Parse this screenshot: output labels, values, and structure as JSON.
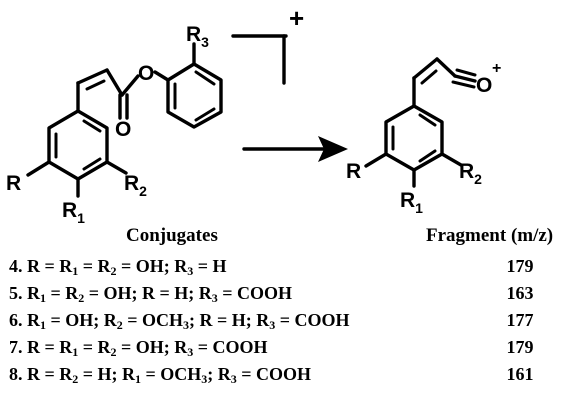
{
  "scheme": {
    "charge": "+",
    "reactant_substituents": {
      "r": "R",
      "r1": "R",
      "r1_sub": "1",
      "r2": "R",
      "r2_sub": "2",
      "r3": "R",
      "r3_sub": "3",
      "o_ester": "O",
      "o_carbonyl": "O"
    },
    "product_substituents": {
      "r": "R",
      "r1": "R",
      "r1_sub": "1",
      "r2": "R",
      "r2_sub": "2",
      "acylium_o": "O",
      "acylium_charge": "+"
    }
  },
  "table": {
    "col_conjugates": "Conjugates",
    "col_fragment": "Fragment (m/z)",
    "rows": [
      {
        "num": "4.",
        "p1": "R = R",
        "s1": "1",
        "p2": " = R",
        "s2": "2",
        "p3": " = OH; R",
        "s3": "3",
        "p4": " = H",
        "s4": "",
        "p5": "",
        "fragment": "179"
      },
      {
        "num": "5.",
        "p1": "R",
        "s1": "1",
        "p2": " = R",
        "s2": "2",
        "p3": " = OH; R = H; R",
        "s3": "3",
        "p4": " = COOH",
        "s4": "",
        "p5": "",
        "fragment": "163"
      },
      {
        "num": "6.",
        "p1": "R",
        "s1": "1",
        "p2": " = OH; R",
        "s2": "2",
        "p3": " = OCH",
        "s3": "3",
        "p4": "; R = H; R",
        "s4": "3",
        "p5": " = COOH",
        "fragment": "177"
      },
      {
        "num": "7.",
        "p1": "R = R",
        "s1": "1",
        "p2": " = R",
        "s2": "2",
        "p3": " = OH; R",
        "s3": "3",
        "p4": " = COOH",
        "s4": "",
        "p5": "",
        "fragment": "179"
      },
      {
        "num": "8.",
        "p1": "R =  R",
        "s1": "2",
        "p2": " = H; R",
        "s2": "1",
        "p3": " = OCH",
        "s3": "3",
        "p4": "; R",
        "s4": "3",
        "p5": " = COOH",
        "fragment": "161"
      }
    ]
  }
}
